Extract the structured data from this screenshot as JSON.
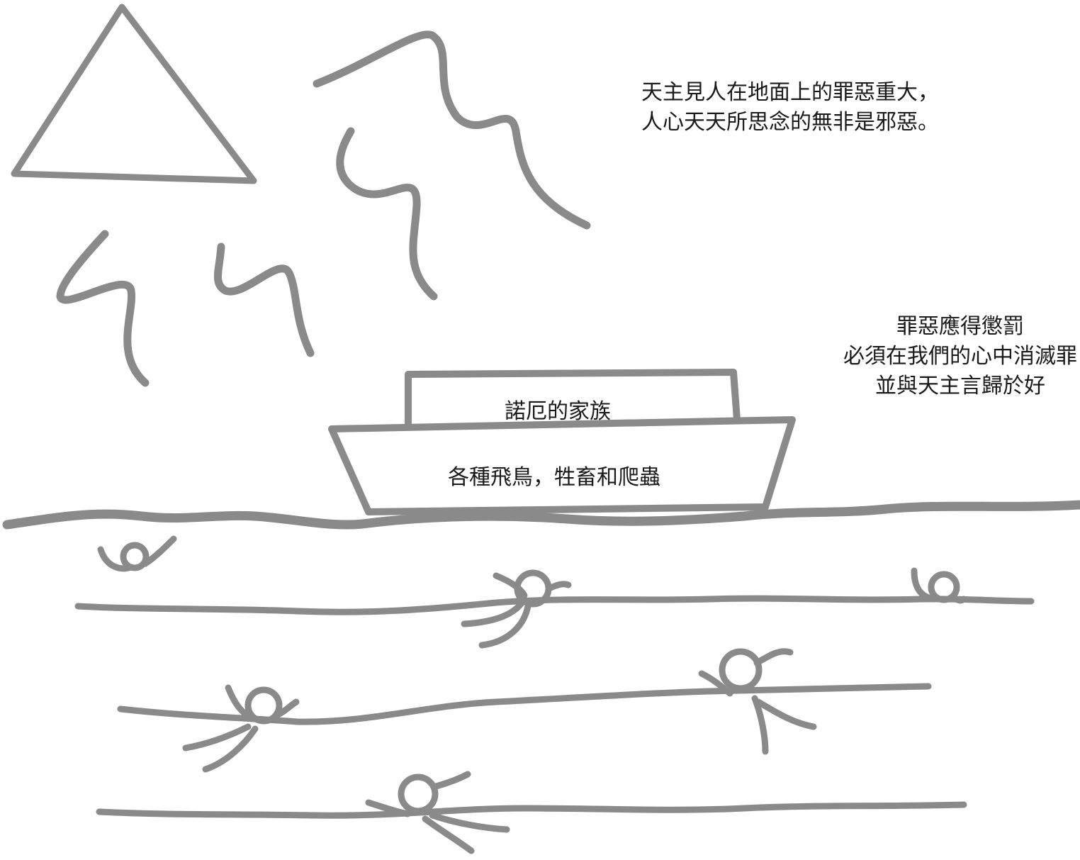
{
  "verse": {
    "line1": "天主見人在地面上的罪惡重大，",
    "line2": "人心天天所思念的無非是邪惡。"
  },
  "moral": {
    "line1": "罪惡應得懲罰",
    "line2": "必須在我們的心中消滅罪",
    "line3": "並與天主言歸於好"
  },
  "ark": {
    "cabin_label": "諾厄的家族",
    "hull_label": "各種飛鳥，牲畜和爬蟲"
  },
  "colors": {
    "stroke": "#8a8a8a",
    "text": "#1a1a1a",
    "background": "#ffffff"
  },
  "icons": [
    "triangle-icon",
    "lightning-icon",
    "ark-icon",
    "wave-icon",
    "drowning-person-icon"
  ]
}
